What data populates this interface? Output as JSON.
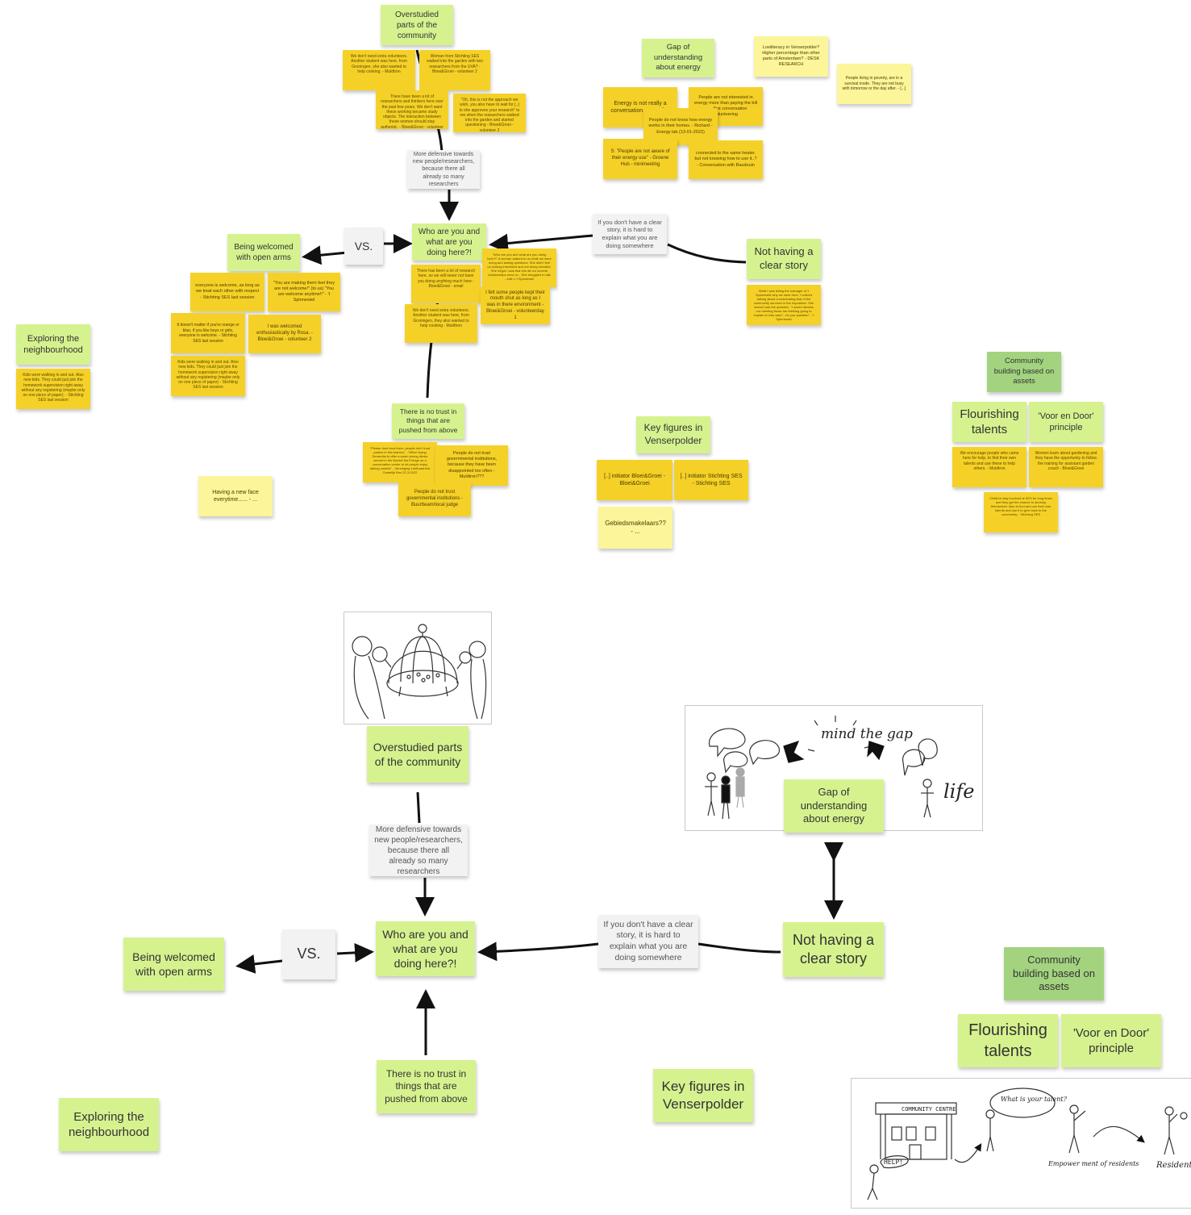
{
  "board": {
    "top": {
      "overstudied": "Overstudied parts of the community",
      "overstudied_notes": [
        "We don't need extra volunteers. Another student was here, from Groningen, she also wanted to help cooking. - Muldtron",
        "Woman from Stichting SES walked into the garden with two researchers from the UVA? - Bloei&Groei - volunteer 2",
        "There have been a lot of researchers and thinkers here over the past few years. We don't want these working became study objects. The interaction between these women should stay authentic. - Bloei&Groei - volunteer 2",
        "\"Oh, this is not the approach we wish, you also have to wait for [..] to she approves your research\" to me when the researchers walked into the garden and started questioning - Bloei&Groei - volunteer 2"
      ],
      "defensive": "More defensive towards new people/researchers, because there all already so many researchers",
      "who": "Who are you and what are you doing here?!",
      "who_notes": [
        "There has been a lot of research here, so we will never not have you doing anything much here - Bloei&Groei - email",
        "We don't need extra volunteers. Another student was here, from Groningen, they also wanted to help cooking - Muldtron",
        "\"Who are you and what are you doing here?!\" A woman walked to us while we were doing and asking questions. She didn't feel us looking interested and not being included. She forgot I was that she all our several relationships were on - She struggled to talk - Jolit u 't Spinnewiel",
        "I felt some people kept their mouth shut as long as I was in there environment - Bloei&Groei - volunteerday 1"
      ],
      "vs": "VS.",
      "welcomed": "Being welcomed with open arms",
      "welcomed_notes": [
        "everyone is welcome, as long as we treat each other with respect - Stichting SES last session",
        "\"You are making them feel they are not welcome!\" (to us) \"You are welcome anytime!!\" - 't Spinnewiel",
        "It doesn't matter if you're orange or blue, if you like boys or girls, everyone is welcome. - Stichting SES last session",
        "I was welcomed enthusiastically by Rosa. - Bloei&Groei - volunteer 2",
        "Kids were walking in and out. Also new kids. They could just join the homework supervision right away without any registering (maybe only on one piece of paper) - Stichting SES last session"
      ],
      "exploring": "Exploring the neighbourhood",
      "exploring_note": "Kids were walking in and out. Also new kids. They could just join the homework supervision right away without any registering (maybe only on one piece of paper). - Stichting SES last session",
      "no_trust": "There is no trust in things that are pushed from above",
      "no_trust_notes": [
        "\"Please dont trust them, people don't trust parties in this fashion\" - \"When trying Dementia to offer a warm strong drinks served in the Bomiel Ika Porrige as a conversation center to let people enjoy talking outside\" - Vereniging Leefbaarheid Oostelijk Bos 22-3-2022",
        "People do not trust governmental institutions, because they have been disappointed too often - Muldtron???",
        "People do not trust governmental institutions - Buurtteam/local judge"
      ],
      "new_face": "Having a new face everytime...... - ...",
      "clear_story_link": "If you don't have a clear story, it is hard to explain what you are doing somewhere",
      "not_clear": "Not having a clear story",
      "not_clear_note": "What I was telling the manager of 't Spinnewiel why we were here, I noticed talking about concentrating that of the community services in the exposition. She doesn't ask the question. \"I would dismiss our meeting those are thinking going to explain to who was? - do you question\" - 't Spinnewiel",
      "gap": "Gap of understanding about energy",
      "gap_notes": [
        "Energy is not really a conversation.....?? - [.... ",
        "People are not interested in energy more than paying the bill - .. - first conversation volunteering",
        "People do not know how energy works in their homes. - Richard - Energy lab (13-01-2022)",
        "S: \"People are not aware of their energy use\" - Groene Hub - minimeeting",
        "connected to the same heater, but not knowing how to use it..? - Conversation with Baudouin"
      ],
      "lowliteracy": "Lowliteracy in Venserpolder? Higher percentage than other parts of Amsterdam? - DESK RESEARCH",
      "poverty": "People living in poverty, are in a survival mode. They are not busy with tomorrow or the day after. - [...]",
      "key_figures": "Key figures in Venserpolder",
      "key_notes": [
        "[..] initiator Bloei&Groei - Bloei&Groei",
        "[..] initiator Stichting SES - Stichting SES",
        "Gebiedsmakelaars?? - ..."
      ],
      "community": "Community building based on assets",
      "flourishing": "Flourishing talents",
      "voor_en_door": "'Voor en Door' principle",
      "asset_notes": [
        "We encourage people who came here for help, to find their own talents and use these to help others. - Muldtron",
        "Women learn about gardening and they have the opportunity to follow the training for assistant garden coach - Bloei&Groei",
        "Children stay involved at SES for long times and they get the chance to develop themselves. Also to find and use their own talents and use it to give back to the community. - Stichting SES"
      ]
    },
    "bottom": {
      "overstudied": "Overstudied parts of the community",
      "defensive": "More defensive towards new people/researchers, because there all already so many researchers",
      "who": "Who are you and what are you doing here?!",
      "vs": "VS.",
      "welcomed": "Being welcomed with open arms",
      "no_trust": "There is no trust in things that are pushed from above",
      "clear_story_link": "If you don't have a clear story, it is hard to explain what you are doing somewhere",
      "not_clear": "Not having a clear story",
      "gap": "Gap of understanding about energy",
      "exploring": "Exploring the neighbourhood",
      "key_figures": "Key figures in Venserpolder",
      "community": "Community building based on assets",
      "flourishing": "Flourishing talents",
      "voor_en_door": "'Voor en Door' principle"
    },
    "sketches": {
      "mind_the_gap": "mind the gap",
      "life": "life",
      "community_centre": "COMMUNITY CENTRE",
      "help": "HELP!",
      "what_is_your_talent": "What is your talent?",
      "empowerment": "Empower ment of residents",
      "resident": "Resident and fl"
    }
  }
}
